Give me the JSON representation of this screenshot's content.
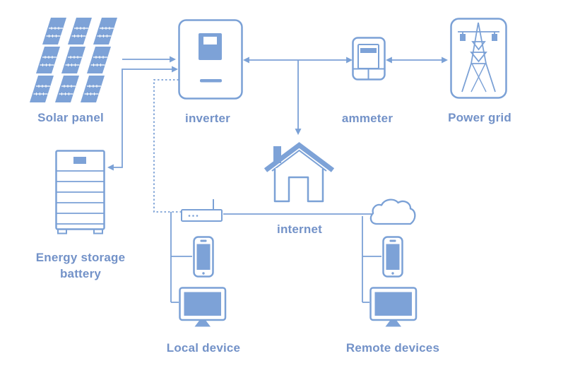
{
  "diagram": {
    "background": "#ffffff",
    "colors": {
      "stroke": "#7ba1d6",
      "fill": "#7da2d7",
      "label_text": "#7392c8"
    },
    "nodes": {
      "solar_panel": {
        "label": "Solar panel",
        "icon": "solar-panel-icon"
      },
      "inverter": {
        "label": "inverter",
        "icon": "inverter-icon"
      },
      "ammeter": {
        "label": "ammeter",
        "icon": "ammeter-icon"
      },
      "power_grid": {
        "label": "Power grid",
        "icon": "power-grid-icon"
      },
      "energy_storage_battery": {
        "label_line1": "Energy storage",
        "label_line2": "battery",
        "icon": "battery-icon"
      },
      "internet": {
        "label": "internet",
        "icon": "house-icon"
      },
      "router": {
        "icon": "router-icon"
      },
      "cloud": {
        "icon": "cloud-icon"
      },
      "local_device": {
        "label": "Local device",
        "icons": [
          "smartphone-icon",
          "monitor-icon"
        ]
      },
      "remote_devices": {
        "label": "Remote devices",
        "icons": [
          "smartphone-icon",
          "monitor-icon"
        ]
      }
    },
    "connections": [
      {
        "from": "solar_panel",
        "to": "inverter",
        "style": "solid",
        "arrows": "to"
      },
      {
        "from": "energy_storage_battery",
        "to": "inverter",
        "style": "solid",
        "arrows": "both"
      },
      {
        "from": "inverter",
        "to": "ammeter",
        "style": "solid",
        "arrows": "both"
      },
      {
        "from": "inverter_ammeter_line",
        "to": "internet",
        "style": "solid",
        "arrows": "to"
      },
      {
        "from": "ammeter",
        "to": "power_grid",
        "style": "solid",
        "arrows": "both"
      },
      {
        "from": "inverter",
        "to": "router",
        "style": "dashed",
        "arrows": "none"
      },
      {
        "from": "router",
        "to": "cloud",
        "style": "solid",
        "arrows": "none"
      },
      {
        "from": "router",
        "to": "local_device",
        "style": "solid",
        "arrows": "none"
      },
      {
        "from": "cloud",
        "to": "remote_devices",
        "style": "solid",
        "arrows": "none"
      }
    ]
  }
}
